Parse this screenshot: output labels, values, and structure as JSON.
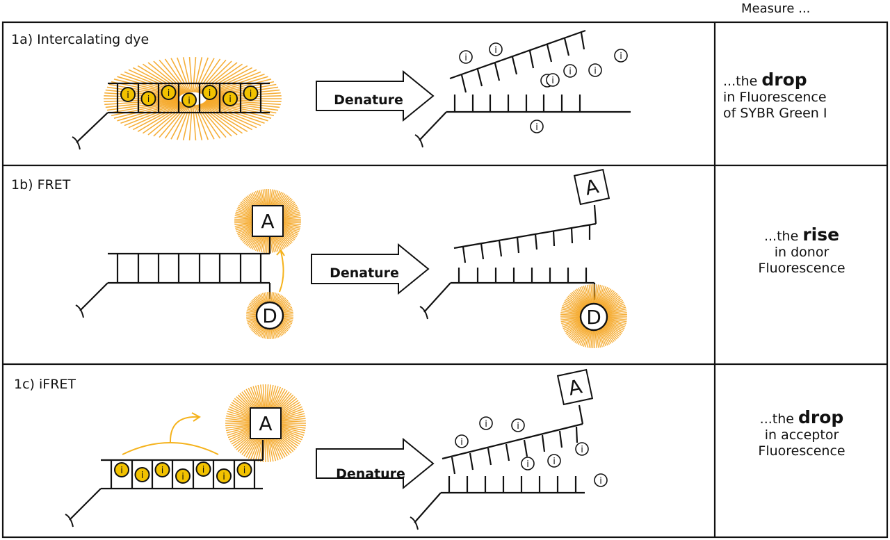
{
  "header": {
    "measure_label": "Measure ..."
  },
  "colors": {
    "line": "#111111",
    "glow": "#f5a623",
    "dye_fill": "#f2c200",
    "arrow_fret": "#f5b21b"
  },
  "rows": [
    {
      "id": "1a",
      "title": "1a) Intercalating dye",
      "arrow_label": "Denature",
      "result": {
        "prefix": "...the",
        "keyword": "drop",
        "line2": "in Fluorescence",
        "line3": "of SYBR Green I"
      },
      "dye_symbol": "i",
      "dye_count_bound": 7,
      "dye_count_free": 8
    },
    {
      "id": "1b",
      "title": "1b) FRET",
      "arrow_label": "Denature",
      "result": {
        "prefix": "...the",
        "keyword": "rise",
        "line2": "in donor",
        "line3": "Fluorescence"
      },
      "acceptor_label": "A",
      "donor_label": "D"
    },
    {
      "id": "1c",
      "title": "1c) iFRET",
      "arrow_label": "Denature",
      "result": {
        "prefix": "...the",
        "keyword": "drop",
        "line2": "in acceptor",
        "line3": "Fluorescence"
      },
      "acceptor_label": "A",
      "dye_symbol": "i",
      "dye_count_bound": 7,
      "dye_count_free": 7
    }
  ]
}
